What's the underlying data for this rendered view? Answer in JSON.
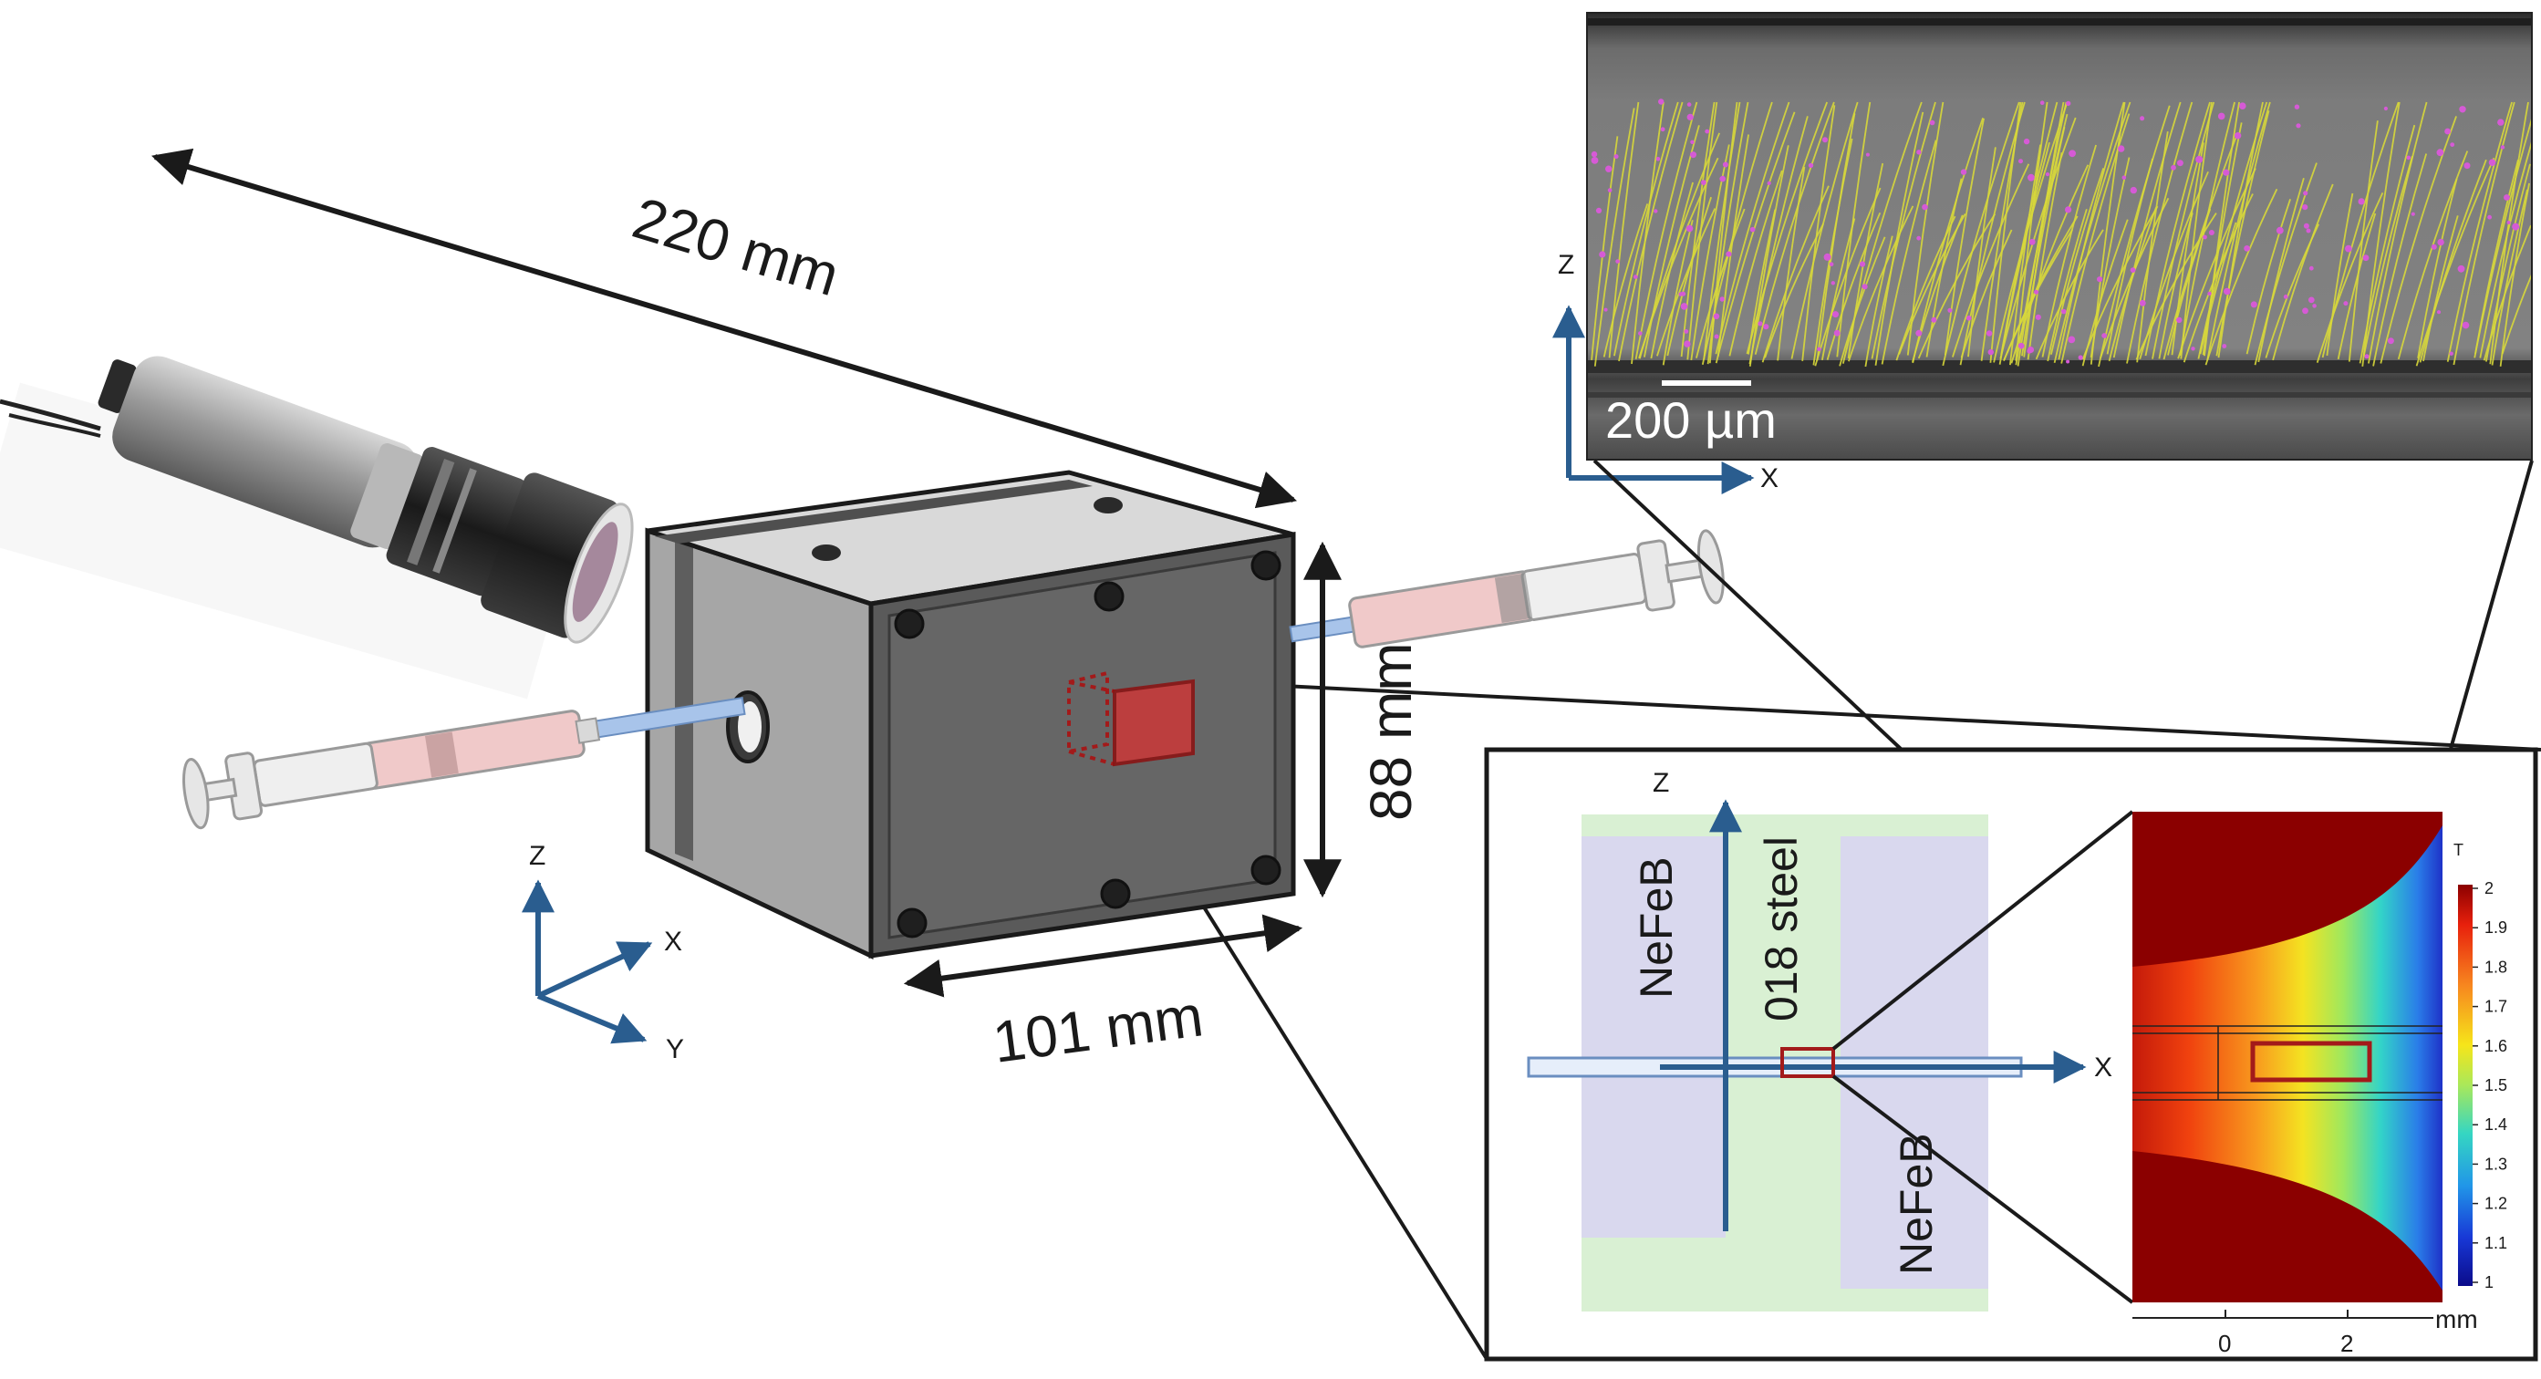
{
  "dimensions": {
    "length": "220 mm",
    "height": "88 mm",
    "width": "101 mm"
  },
  "axes_main": {
    "z": "Z",
    "x": "X",
    "y": "Y"
  },
  "micrograph": {
    "scale_bar": "200 µm",
    "axis_z": "Z",
    "axis_x": "X",
    "track_color": "#d8d83a",
    "particle_color": "#d65ad6"
  },
  "cross_section": {
    "axis_z": "Z",
    "axis_x": "X",
    "magnet_left": "NeFeB",
    "magnet_right": "NeFeB",
    "steel_label": "018 steel",
    "magnet_color": "#d9d8ee",
    "steel_color": "#d9f0d3"
  },
  "field_map": {
    "unit": "T",
    "colorbar_ticks": [
      "2",
      "1.9",
      "1.8",
      "1.7",
      "1.6",
      "1.5",
      "1.4",
      "1.3",
      "1.2",
      "1.1",
      "1"
    ],
    "x_ticks": [
      "0",
      "2"
    ],
    "x_unit": "mm"
  },
  "colors": {
    "dimension_arrow": "#1a1a1a",
    "axis_blue": "#2a5d8f",
    "highlight_red": "#a31a1a",
    "block_dark": "#5a5a5a",
    "block_light": "#a9a9a9"
  }
}
